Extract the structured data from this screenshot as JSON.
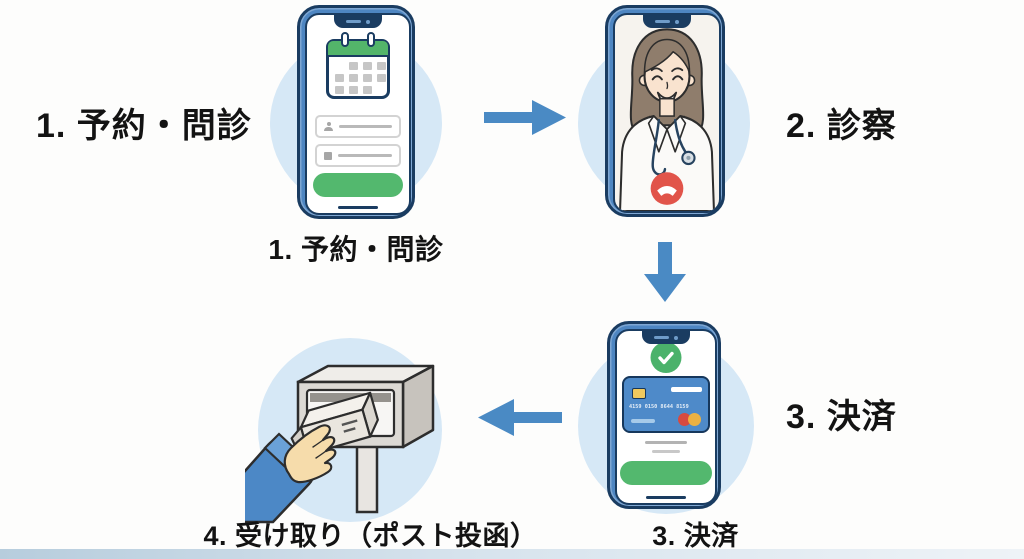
{
  "diagram": {
    "type": "flow",
    "topic": "online-medical-service-steps",
    "flow_order": [
      "step1",
      "step2",
      "step3",
      "step4"
    ]
  },
  "labels": {
    "step1_side": "1. 予約・問診",
    "step1_caption": "1. 予約・問診",
    "step2_side": "2. 診察",
    "step3_side": "3. 決済",
    "step3_caption": "3. 決済",
    "step4_caption": "4. 受け取り（ポスト投函）"
  },
  "steps": [
    {
      "num": 1,
      "label": "1. 予約・問診",
      "illustration": "smartphone-booking-form"
    },
    {
      "num": 2,
      "label": "2. 診察",
      "illustration": "smartphone-video-call-doctor"
    },
    {
      "num": 3,
      "label": "3. 決済",
      "illustration": "smartphone-payment-credit-card"
    },
    {
      "num": 4,
      "label": "4. 受け取り（ポスト投函）",
      "illustration": "hand-package-mailbox"
    }
  ],
  "card": {
    "number": "4159 0150 8644 8159"
  },
  "icons": {
    "arrow_right": "arrow-right-icon",
    "arrow_down": "arrow-down-icon",
    "arrow_left": "arrow-left-icon",
    "calendar": "calendar-icon",
    "user": "user-icon",
    "form": "form-icon",
    "checkmark": "checkmark-icon",
    "credit_card": "credit-card-icon",
    "end_call": "end-call-icon",
    "mailbox": "mailbox-icon",
    "package": "package-icon",
    "hand": "hand-icon"
  },
  "colors": {
    "background": "#fdfdfc",
    "circle_bg": "#d6e8f6",
    "arrow_blue": "#4a8ac4",
    "phone_frame": "#4e86c2",
    "outline_navy": "#1a3c61",
    "green": "#53b86e",
    "red_end_call": "#e1544a",
    "card_blue": "#4e8ac9",
    "text": "#131313"
  }
}
